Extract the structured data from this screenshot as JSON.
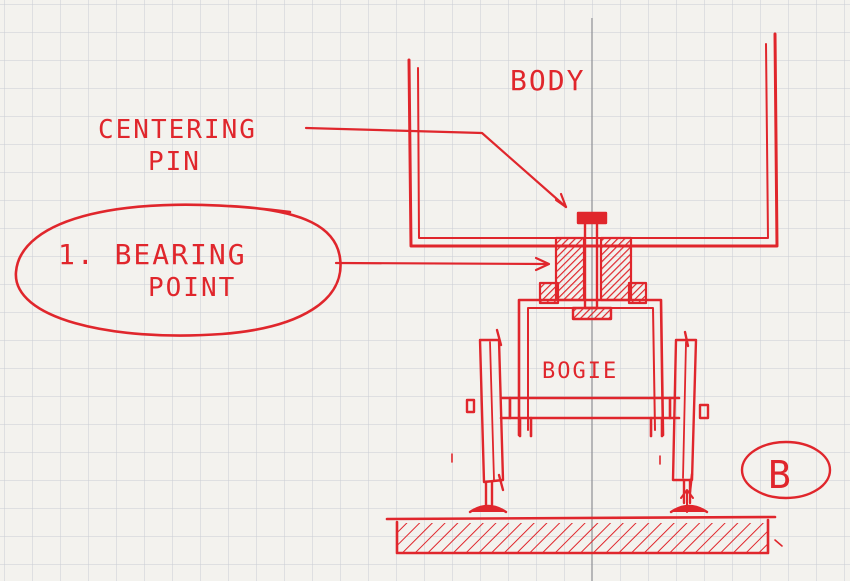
{
  "labels": {
    "body": "BODY",
    "centering_pin_line1": "CENTERING",
    "centering_pin_line2": "PIN",
    "bearing_line1": "1. BEARING",
    "bearing_line2": "POINT",
    "bogie": "BOGIE",
    "figure_mark": "B"
  },
  "colors": {
    "ink": "#e0262c",
    "paper": "#f3f2ee",
    "grid": "#c9ccd4",
    "pencil": "#8e9095"
  }
}
